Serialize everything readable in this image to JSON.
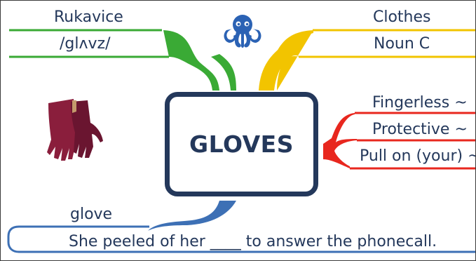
{
  "central_topic": "GLOVES",
  "branches": {
    "green": {
      "color": "#3aaa35",
      "items": [
        "Rukavice",
        "/glʌvz/"
      ]
    },
    "yellow": {
      "color": "#f2c400",
      "items": [
        "Clothes",
        "Noun C"
      ]
    },
    "red": {
      "color": "#e8271e",
      "items": [
        "Fingerless ~",
        "Protective ~",
        "Pull on (your) ~"
      ]
    },
    "blue": {
      "color": "#3d70b5",
      "items": [
        "glove",
        "She peeled of her ____ to answer the phonecall."
      ]
    }
  },
  "icons": {
    "logo": "octopus-icon",
    "image": "gloves-icon"
  },
  "colors": {
    "text": "#24385b",
    "octopus": "#2b62b4",
    "glove_main": "#8a1e3c",
    "glove_shade": "#6a1530",
    "glove_cuff": "#c49a6c"
  }
}
